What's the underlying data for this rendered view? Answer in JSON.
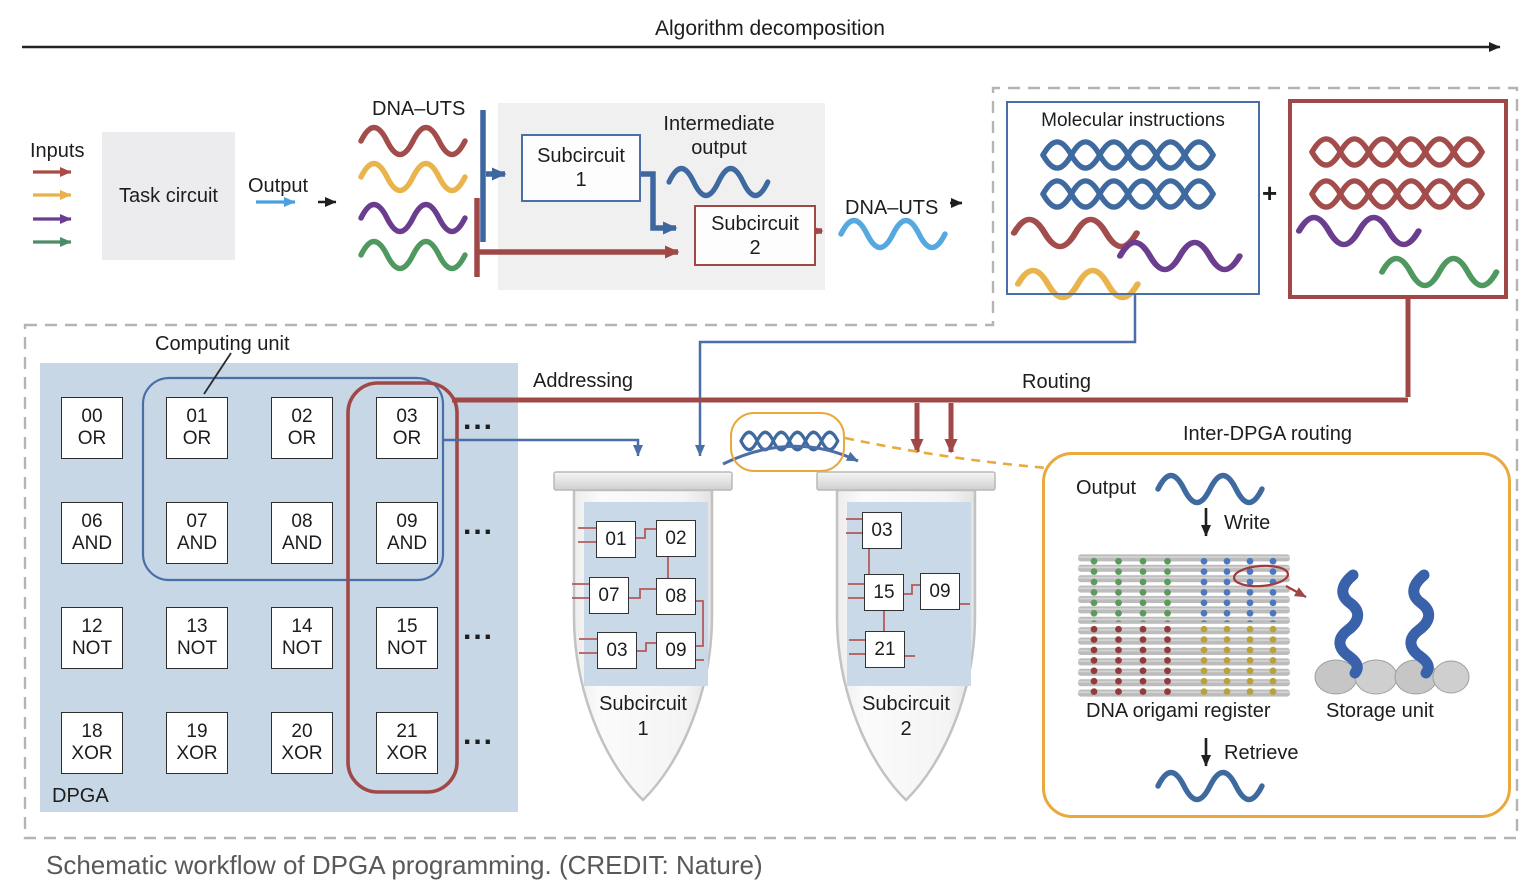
{
  "title": "Algorithm decomposition",
  "caption": "Schematic workflow of DPGA programming. (CREDIT: Nature)",
  "flow": {
    "inputs_label": "Inputs",
    "task_circuit": "Task circuit",
    "output_label": "Output",
    "dna_uts_label_1": "DNA–UTS",
    "intermediate_line1": "Intermediate",
    "intermediate_line2": "output",
    "subcircuit1_label": "Subcircuit",
    "subcircuit1_num": "1",
    "subcircuit2_label": "Subcircuit",
    "subcircuit2_num": "2",
    "dna_uts_label_2": "DNA–UTS"
  },
  "instructions": {
    "molecular_title": "Molecular instructions",
    "plus": "+"
  },
  "grid": {
    "computing_unit_label": "Computing unit",
    "dpga_label": "DPGA",
    "ellipsis": "...",
    "cells": [
      {
        "id": "00",
        "gate": "OR"
      },
      {
        "id": "01",
        "gate": "OR"
      },
      {
        "id": "02",
        "gate": "OR"
      },
      {
        "id": "03",
        "gate": "OR"
      },
      {
        "id": "06",
        "gate": "AND"
      },
      {
        "id": "07",
        "gate": "AND"
      },
      {
        "id": "08",
        "gate": "AND"
      },
      {
        "id": "09",
        "gate": "AND"
      },
      {
        "id": "12",
        "gate": "NOT"
      },
      {
        "id": "13",
        "gate": "NOT"
      },
      {
        "id": "14",
        "gate": "NOT"
      },
      {
        "id": "15",
        "gate": "NOT"
      },
      {
        "id": "18",
        "gate": "XOR"
      },
      {
        "id": "19",
        "gate": "XOR"
      },
      {
        "id": "20",
        "gate": "XOR"
      },
      {
        "id": "21",
        "gate": "XOR"
      }
    ]
  },
  "routing": {
    "addressing_label": "Addressing",
    "routing_label": "Routing"
  },
  "tubes": [
    {
      "label": "Subcircuit",
      "num": "1",
      "chips": [
        "01",
        "02",
        "07",
        "08",
        "03",
        "09"
      ]
    },
    {
      "label": "Subcircuit",
      "num": "2",
      "chips": [
        "03",
        "15",
        "09",
        "21"
      ]
    }
  ],
  "inter_dpga": {
    "title": "Inter-DPGA routing",
    "output_label": "Output",
    "write_label": "Write",
    "register_label": "DNA origami register",
    "storage_label": "Storage unit",
    "retrieve_label": "Retrieve"
  },
  "colors": {
    "strand_red": "#a34c4c",
    "strand_yellow": "#e9b44c",
    "strand_purple": "#6b3d8f",
    "strand_green": "#4f9960",
    "strand_blue": "#3f6aa0",
    "strand_cyan": "#55a8e0",
    "wire_blue": "#3f679f",
    "wire_thin_blue": "#4a6fa8",
    "wire_red": "#a04848",
    "accent_yellow": "#e9a93c",
    "grid_bg": "#c7d7e5",
    "tube_panel": "#c9d9e7",
    "dot_green": "#5a9a5a",
    "dot_blue": "#4a77c0",
    "dot_red": "#943a3a",
    "dot_yellow": "#b7a23c"
  }
}
